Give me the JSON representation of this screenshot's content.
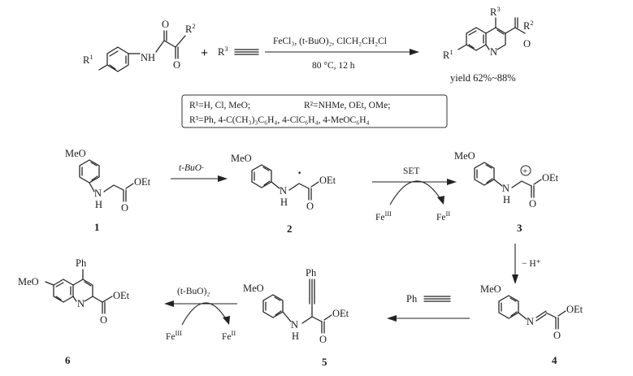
{
  "general_reaction": {
    "reactant_r1": "R",
    "reactant_r1_sup": "1",
    "amide_nh": "NH",
    "ketone_o": "O",
    "amide_o": "O",
    "reactant_r2": "R",
    "reactant_r2_sup": "2",
    "plus": "+",
    "alkyne_r3": "R",
    "alkyne_r3_sup": "3",
    "conditions_line1": "FeCl₃, (t-BuO)₂, ClCH₂CH₂Cl",
    "conditions_line2": "80 °C, 12 h",
    "product_r1": "R",
    "product_r1_sup": "1",
    "product_r2": "R",
    "product_r2_sup": "2",
    "product_r3": "R",
    "product_r3_sup": "3",
    "product_n": "N",
    "product_o": "O",
    "yield": "yield 62%~88%"
  },
  "substituent_box": {
    "line1_r1": "R¹=H, Cl, MeO;",
    "line1_r2": "R²=NHMe, OEt, OMe;",
    "line2": "R³=Ph, 4-C(CH₃)₃C₆H₄, 4-ClC₆H₄, 4-MeOC₆H₄"
  },
  "mechanism": {
    "meo": "MeO",
    "nh_n": "N",
    "nh_h": "H",
    "oet": "OEt",
    "carbonyl_o": "O",
    "ring_n": "N",
    "ph": "Ph",
    "tbuo_radical": "t-BuO·",
    "set_label": "SET",
    "fe3": "Fe",
    "fe3_sup": "III",
    "fe2": "Fe",
    "fe2_sup": "II",
    "deprotonation": "− H⁺",
    "peroxide": "(t-BuO)₂",
    "radical_dot": "·",
    "cation_plus": "+",
    "compound_1": "1",
    "compound_2": "2",
    "compound_3": "3",
    "compound_4": "4",
    "compound_5": "5",
    "compound_6": "6"
  }
}
